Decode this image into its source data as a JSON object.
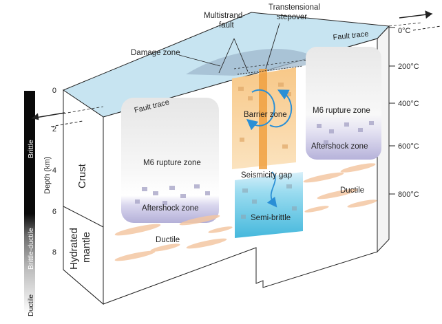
{
  "labels": {
    "multistrand_fault": [
      "Multistrand",
      "fault"
    ],
    "transtensional_stepover": [
      "Transtensional",
      "stepover"
    ],
    "damage_zone": "Damage zone",
    "fault_trace_top_right": "Fault trace",
    "fault_trace_left": "Fault trace",
    "rupture_zone_left": "M6 rupture zone",
    "rupture_zone_right": "M6 rupture zone",
    "aftershock_left": "Aftershock zone",
    "aftershock_right": "Aftershock zone",
    "barrier_zone": "Barrier zone",
    "seismicity_gap": "Seismicity gap",
    "semi_brittle": "Semi-brittle",
    "ductile_right": "Ductile",
    "ductile_left": "Ductile",
    "crust": "Crust",
    "hydrated_mantle": [
      "Hydrated",
      "mantle"
    ],
    "depth_axis": "Depth (km)"
  },
  "depth_ticks": [
    "0",
    "2",
    "4",
    "6",
    "8"
  ],
  "temperature_ticks": [
    "0°C",
    "200°C",
    "400°C",
    "600°C",
    "800°C"
  ],
  "rheology_bar": {
    "brittle": "Brittle",
    "brittle_ductile": "Brittle-ductile",
    "ductile": "Ductile"
  },
  "colors": {
    "fault_trace_water": "#bfe1f0",
    "rupture_zone_top": "#f2f2f2",
    "aftershock_band": "#b9b6dc",
    "barrier_orange": "#f7c98a",
    "barrier_core": "#f0a040",
    "semi_brittle_blue": "#5cc3e0",
    "ductile_lens": "#f4c7a3",
    "arrow_blue": "#2a8fd6"
  }
}
